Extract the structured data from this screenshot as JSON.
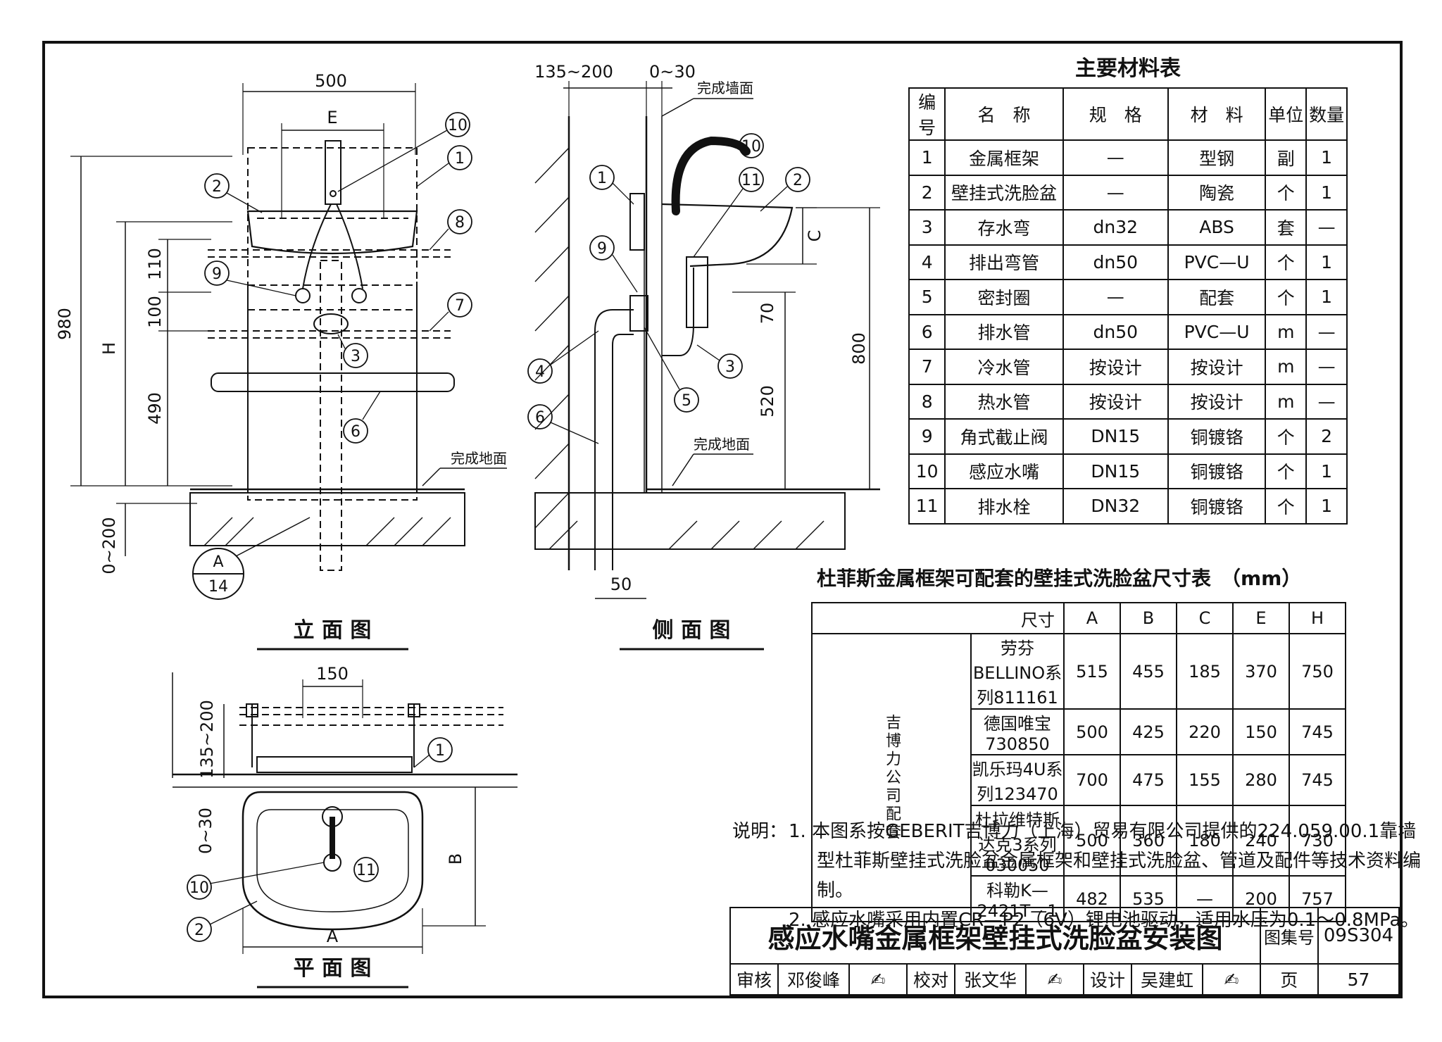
{
  "elevation": {
    "title": "立 面 图",
    "dims": {
      "d500": "500",
      "dE": "E",
      "d980": "980",
      "dH": "H",
      "d110": "110",
      "d100": "100",
      "d490": "490",
      "d0200": "0~200"
    },
    "floor_label": "完成地面",
    "ref_mark_top": "A",
    "ref_mark_bottom": "14"
  },
  "side": {
    "title": "侧 面 图",
    "dims": {
      "d135200": "135~200",
      "d030": "0~30",
      "dC": "C",
      "d70": "70",
      "d800": "800",
      "d520": "520",
      "d50": "50"
    },
    "wall_label": "完成墙面",
    "floor_label": "完成地面"
  },
  "plan": {
    "title": "平 面 图",
    "dims": {
      "d150": "150",
      "d135200": "135~200",
      "d030": "0~30",
      "dA": "A",
      "dB": "B"
    }
  },
  "callouts": {
    "c1": "1",
    "c2": "2",
    "c3": "3",
    "c4": "4",
    "c5": "5",
    "c6": "6",
    "c7": "7",
    "c8": "8",
    "c9": "9",
    "c10": "10",
    "c11": "11"
  },
  "materials": {
    "title": "主要材料表",
    "headers": [
      "编号",
      "名　称",
      "规　格",
      "材　料",
      "单位",
      "数量"
    ],
    "rows": [
      [
        "1",
        "金属框架",
        "—",
        "型钢",
        "副",
        "1"
      ],
      [
        "2",
        "壁挂式洗脸盆",
        "—",
        "陶瓷",
        "个",
        "1"
      ],
      [
        "3",
        "存水弯",
        "dn32",
        "ABS",
        "套",
        "—"
      ],
      [
        "4",
        "排出弯管",
        "dn50",
        "PVC—U",
        "个",
        "1"
      ],
      [
        "5",
        "密封圈",
        "—",
        "配套",
        "个",
        "1"
      ],
      [
        "6",
        "排水管",
        "dn50",
        "PVC—U",
        "m",
        "—"
      ],
      [
        "7",
        "冷水管",
        "按设计",
        "按设计",
        "m",
        "—"
      ],
      [
        "8",
        "热水管",
        "按设计",
        "按设计",
        "m",
        "—"
      ],
      [
        "9",
        "角式截止阀",
        "DN15",
        "铜镀铬",
        "个",
        "2"
      ],
      [
        "10",
        "感应水嘴",
        "DN15",
        "铜镀铬",
        "个",
        "1"
      ],
      [
        "11",
        "排水栓",
        "DN32",
        "铜镀铬",
        "个",
        "1"
      ]
    ]
  },
  "sizes": {
    "title": "杜菲斯金属框架可配套的壁挂式洗脸盆尺寸表　（mm）",
    "corner": "尺寸",
    "headers": [
      "A",
      "B",
      "C",
      "E",
      "H"
    ],
    "group": "吉博力公司配套",
    "rows": [
      [
        "劳芬BELLINO系列811161",
        "515",
        "455",
        "185",
        "370",
        "750"
      ],
      [
        "德国唯宝730850",
        "500",
        "425",
        "220",
        "150",
        "745"
      ],
      [
        "凯乐玛4U系列123470",
        "700",
        "475",
        "155",
        "280",
        "745"
      ],
      [
        "杜拉维特斯达克3系列030050",
        "500",
        "360",
        "180",
        "240",
        "730"
      ],
      [
        "科勒K—2421T—1",
        "482",
        "535",
        "—",
        "200",
        "757"
      ]
    ]
  },
  "notes": {
    "label": "说明：",
    "items": [
      "1. 本图系按GEBERIT吉博力（上海）贸易有限公司提供的224.059.00.1靠墙",
      "型杜菲斯壁挂式洗脸盆金属框架和壁挂式洗脸盆、管道及配件等技术资料编制。",
      "2. 感应水嘴采用内置CR—P2（6V）锂电池驱动，适用水压为0.1～0.8MPa。"
    ]
  },
  "titleblock": {
    "title": "感应水嘴金属框架壁挂式洗脸盆安装图",
    "atlas_label": "图集号",
    "atlas_no": "09S304",
    "page_label": "页",
    "page_no": "57",
    "review_label": "审核",
    "reviewer": "邓俊峰",
    "check_label": "校对",
    "checker": "张文华",
    "design_label": "设计",
    "designer": "吴建虹"
  }
}
